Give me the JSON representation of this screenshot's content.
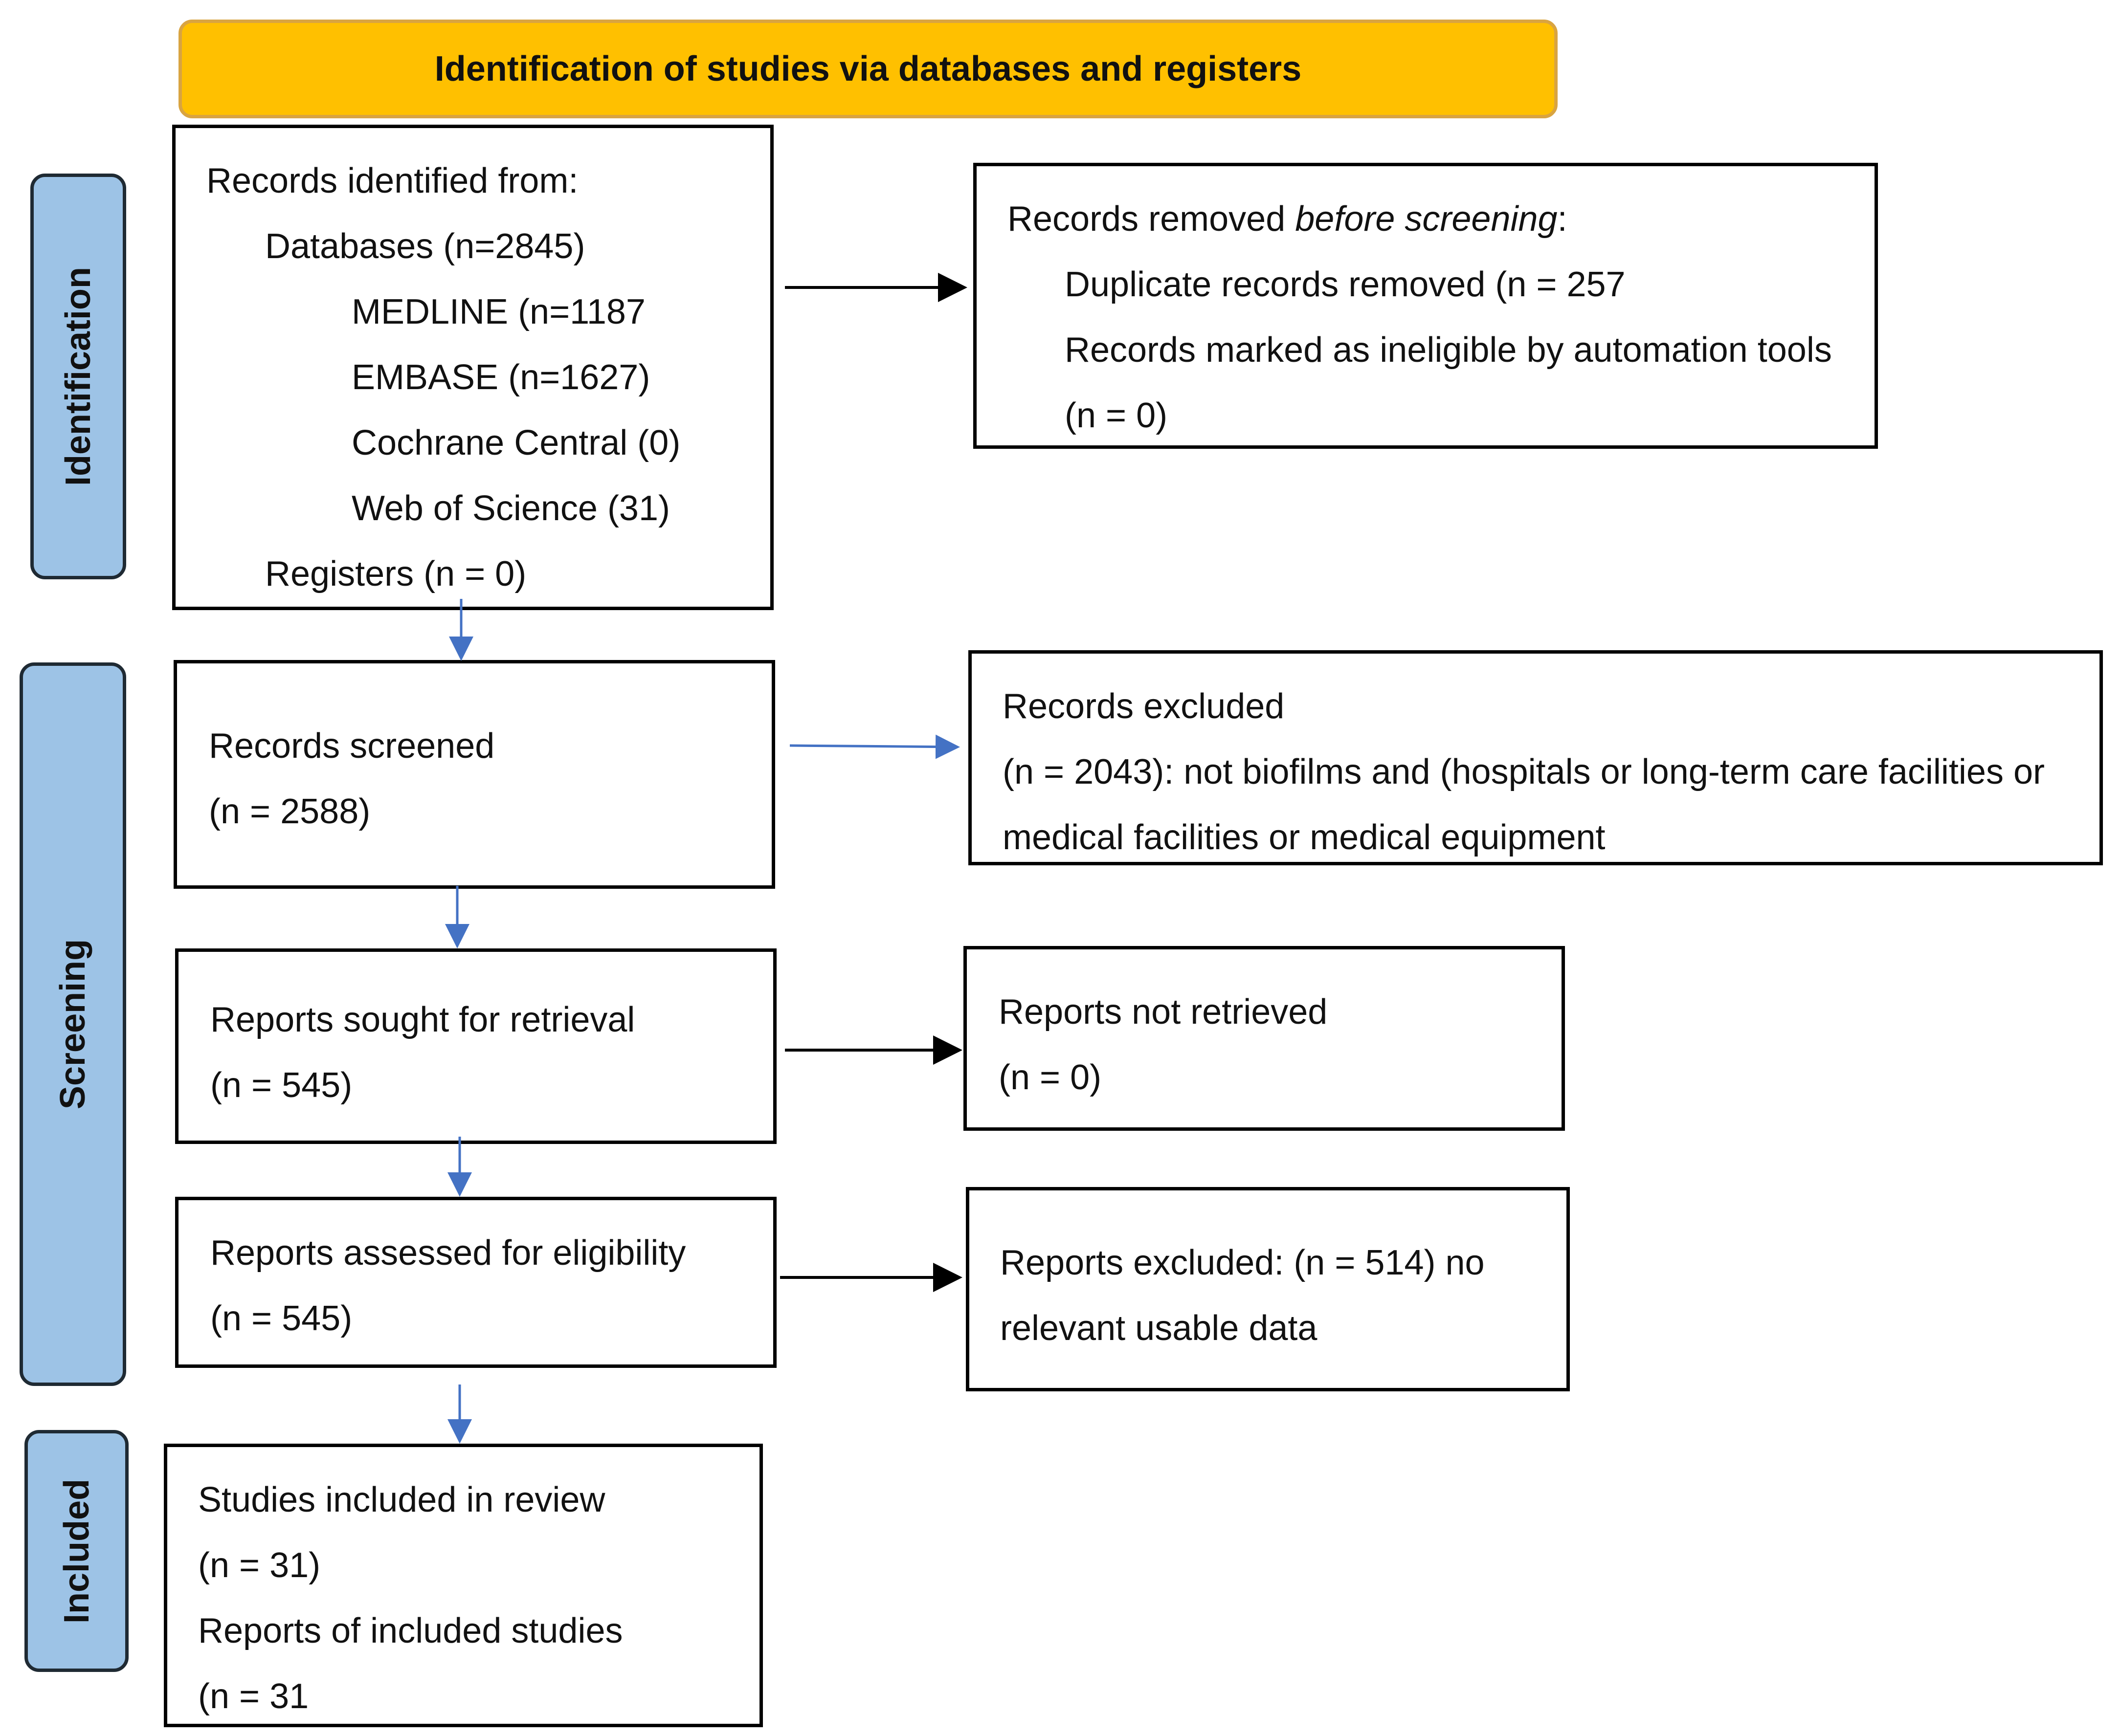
{
  "header": {
    "title": "Identification of studies via databases and registers"
  },
  "phases": {
    "identification": "Identification",
    "screening": "Screening",
    "included": "Included"
  },
  "records_identified": {
    "title": "Records identified from:",
    "databases": "Databases (n=2845)",
    "medline": "MEDLINE (n=1187",
    "embase": "EMBASE (n=1627)",
    "cochrane": "Cochrane Central (0)",
    "wos": "Web of Science (31)",
    "registers": "Registers (n = 0)"
  },
  "records_removed": {
    "title_prefix": "Records removed ",
    "title_italic": "before screening",
    "title_suffix": ":",
    "duplicates": "Duplicate records removed (n = 257",
    "automation": "Records marked as ineligible by automation tools",
    "automation_n": "(n = 0)"
  },
  "records_screened": {
    "title": "Records screened",
    "n": "(n = 2588)"
  },
  "records_excluded": {
    "title": "Records excluded",
    "line1": "(n = 2043): not biofilms and (hospitals or long-term care facilities or",
    "line2": "medical facilities or medical equipment"
  },
  "reports_sought": {
    "title": "Reports sought for retrieval",
    "n": "(n = 545)"
  },
  "reports_not_retrieved": {
    "title": "Reports not retrieved",
    "n": "(n = 0)"
  },
  "reports_assessed": {
    "title": "Reports assessed for eligibility",
    "n": "(n = 545)"
  },
  "reports_excluded": {
    "line1": "Reports  excluded:  (n  =  514)  no",
    "line2": "relevant usable data"
  },
  "included": {
    "title": "Studies included in review",
    "n": "(n = 31)",
    "reports": "Reports    of    included    studies",
    "reports_n": "(n = 31"
  },
  "colors": {
    "header_fill": "#FFC000",
    "header_border": "#D9A441",
    "phase_fill": "#9DC3E6",
    "down_arrow": "#4472C4",
    "right_arrow": "#000000"
  }
}
